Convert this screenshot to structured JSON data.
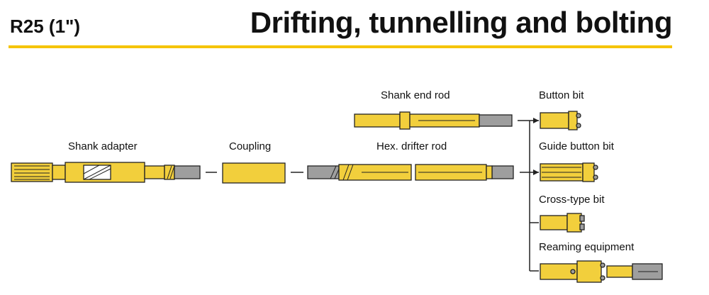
{
  "header": {
    "size_label": "R25 (1\")",
    "title": "Drifting, tunnelling and bolting",
    "rule_color": "#f5c400"
  },
  "components": {
    "shank_adapter": "Shank adapter",
    "coupling": "Coupling",
    "shank_end_rod": "Shank end rod",
    "hex_drifter_rod": "Hex. drifter rod",
    "button_bit": "Button bit",
    "guide_button_bit": "Guide button bit",
    "cross_type_bit": "Cross-type bit",
    "reaming_equipment": "Reaming equipment"
  },
  "colors": {
    "steel_yellow": "#f2cf3c",
    "thread_grey": "#9e9e9e",
    "outline": "#222222"
  }
}
